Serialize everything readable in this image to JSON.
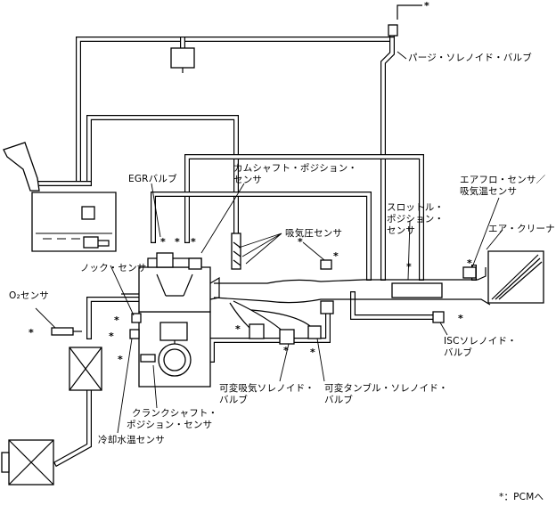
{
  "labels": {
    "purge_valve": "パージ・ソレノイド・バルブ",
    "egr_valve": "EGRバルブ",
    "camshaft_sensor_1": "カムシャフト・ポジション・",
    "camshaft_sensor_2": "センサ",
    "airflow_sensor_1": "エアフロ・センサ／",
    "airflow_sensor_2": "吸気温センサ",
    "throttle_sensor_1": "スロットル・",
    "throttle_sensor_2": "ポジション・",
    "throttle_sensor_3": "センサ",
    "map_sensor": "吸気圧センサ",
    "air_cleaner": "エア・クリーナ",
    "knock_sensor": "ノック・センサ",
    "o2_sensor": "O₂センサ",
    "isc_valve_1": "ISCソレノイド・",
    "isc_valve_2": "バルブ",
    "variable_intake_1": "可変吸気ソレノイド・",
    "variable_intake_2": "バルブ",
    "variable_tumble_1": "可変タンブル・ソレノイド・",
    "variable_tumble_2": "バルブ",
    "crankshaft_sensor_1": "クランクシャフト・",
    "crankshaft_sensor_2": "ポジション・センサ",
    "coolant_sensor": "冷却水温センサ",
    "asterisk": "*",
    "legend": "*：PCMへ"
  }
}
